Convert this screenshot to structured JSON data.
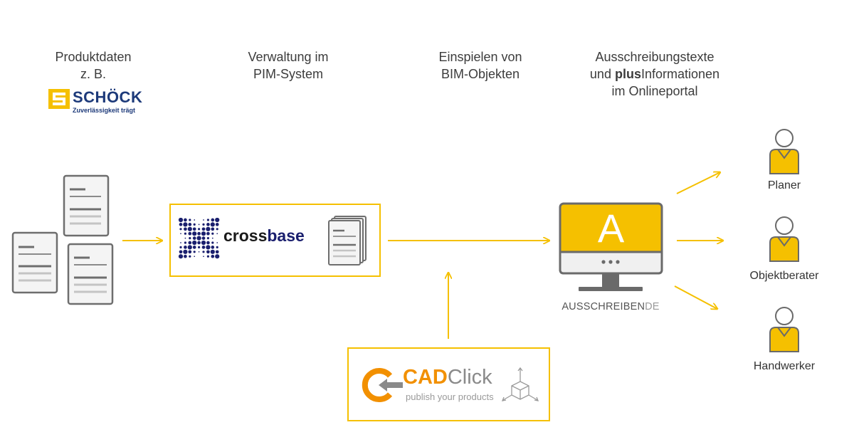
{
  "headings": {
    "step1": {
      "line1": "Produktdaten",
      "line2": "z. B."
    },
    "step2": {
      "line1": "Verwaltung im",
      "line2": "PIM-System"
    },
    "step3": {
      "line1": "Einspielen von",
      "line2": "BIM-Objekten"
    },
    "step4": {
      "line1": "Ausschreibungstexte",
      "line2_bold": "plus",
      "line2_pre": "und ",
      "line2_post": "Informationen",
      "line3": "im Onlineportal"
    }
  },
  "logos": {
    "schoeck": {
      "name": "SCHÖCK",
      "tagline": "Zuverlässigkeit trägt"
    },
    "crossbase": {
      "part1": "cross",
      "part2": "base"
    },
    "cadclick": {
      "part1": "CAD",
      "part2": "Click",
      "tagline": "publish your products"
    },
    "ausschreiben": {
      "part1": "AUSSCHREIBEN",
      "part2": "DE",
      "screen_letter": "A"
    }
  },
  "roles": [
    "Planer",
    "Objektberater",
    "Handwerker"
  ],
  "colors": {
    "accent": "#f5c000",
    "grey": "#7a7a7a",
    "crossbase_blue": "#1a1f6e",
    "cad_orange": "#f29000"
  },
  "icons": [
    "document-icon",
    "document-stack-icon",
    "monitor-icon",
    "person-icon",
    "cube-icon",
    "arrow-icon"
  ]
}
